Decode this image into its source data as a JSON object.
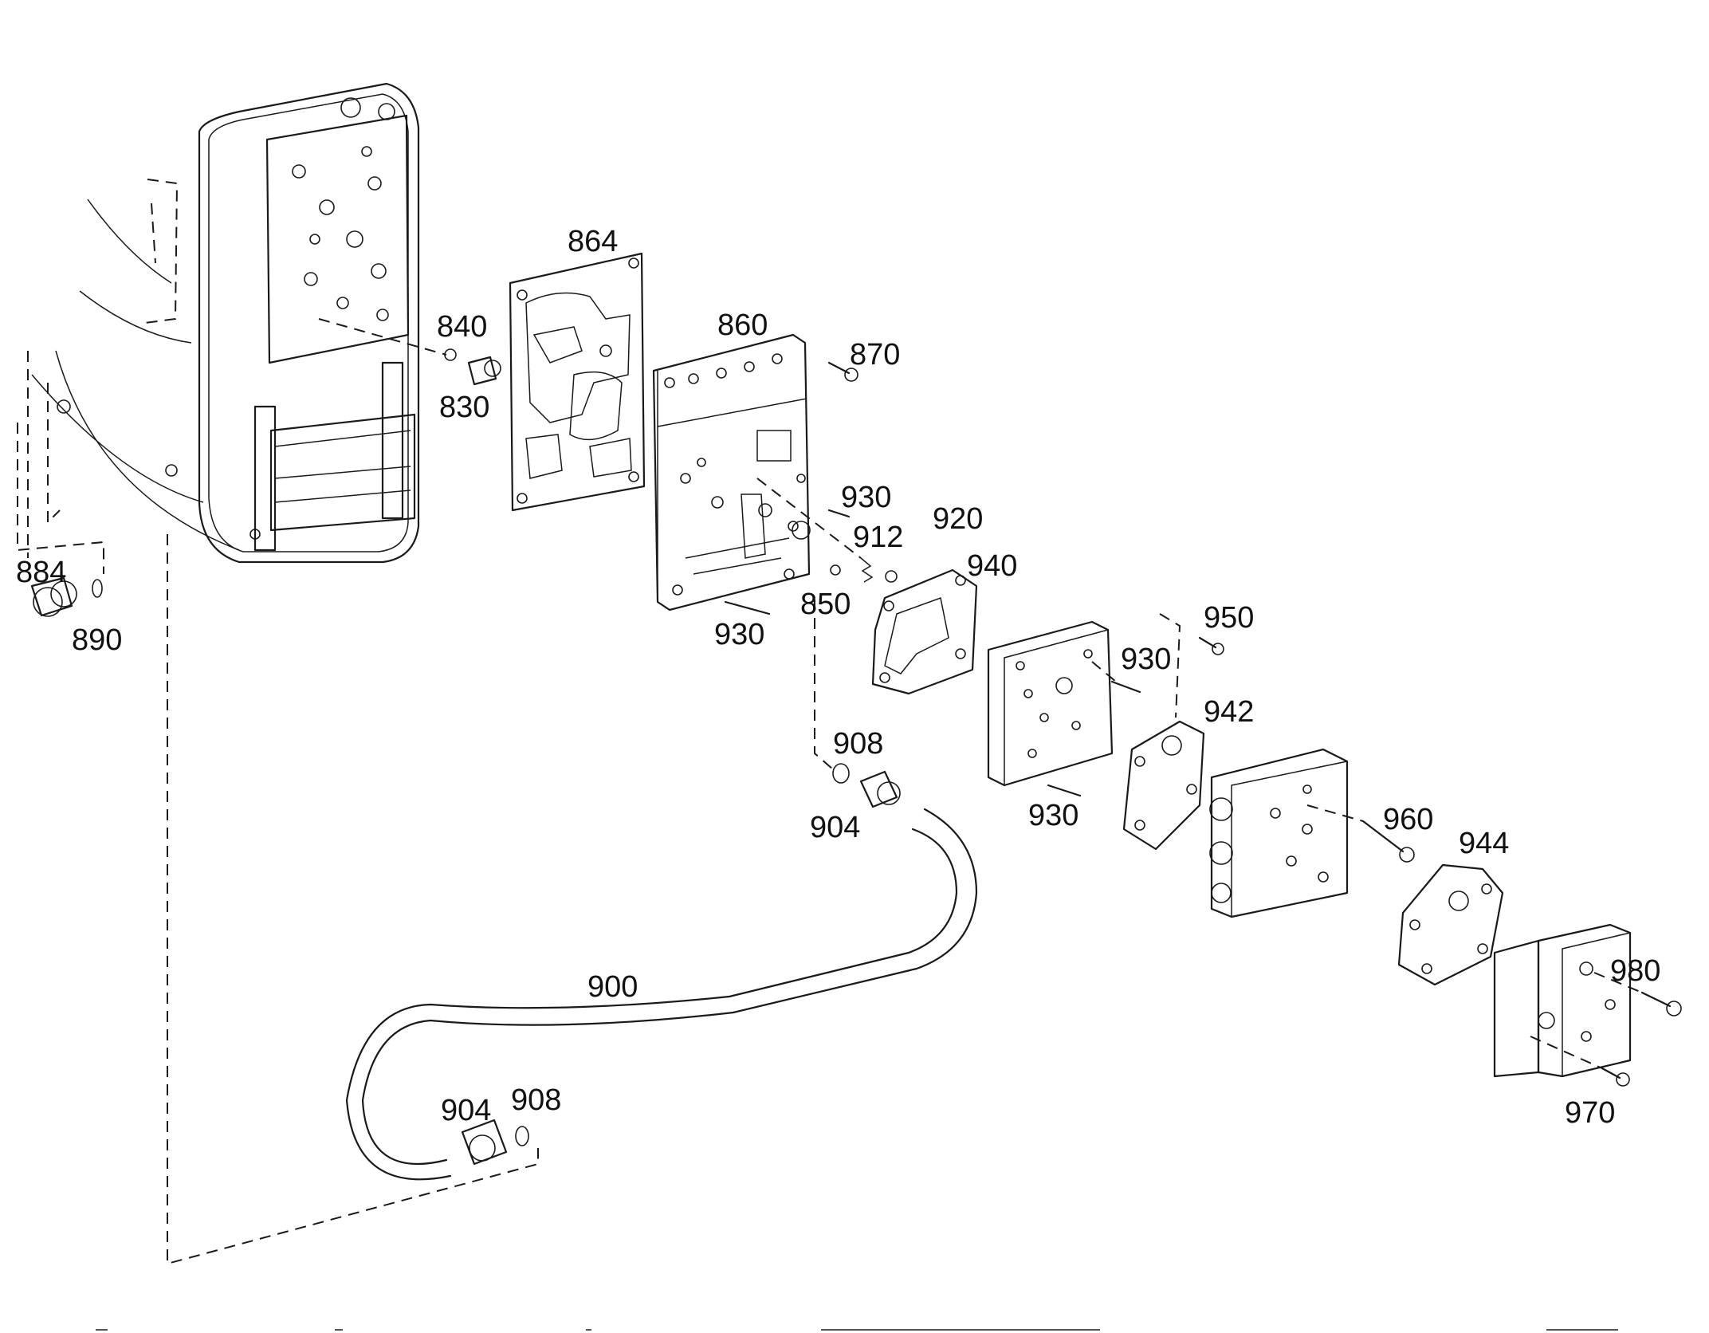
{
  "diagram": {
    "labels": {
      "p864": "864",
      "p860": "860",
      "p870": "870",
      "p840": "840",
      "p830": "830",
      "p930a": "930",
      "p920": "920",
      "p912": "912",
      "p940": "940",
      "p850": "850",
      "p930b": "930",
      "p884": "884",
      "p890": "890",
      "p950": "950",
      "p930c": "930",
      "p942": "942",
      "p908a": "908",
      "p904a": "904",
      "p930d": "930",
      "p960": "960",
      "p944": "944",
      "p900": "900",
      "p980": "980",
      "p904b": "904",
      "p908b": "908",
      "p970": "970"
    }
  }
}
